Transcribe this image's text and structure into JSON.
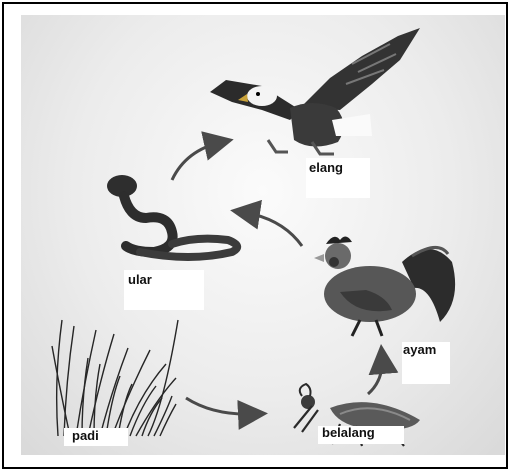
{
  "organisms": {
    "eagle": "elang",
    "snake": "ular",
    "chicken": "ayam",
    "rice": "padi",
    "grasshopper": "belalang"
  },
  "colors": {
    "arrow": "#4a4a4a",
    "frame": "#000000",
    "background": "#e6e6e6"
  }
}
